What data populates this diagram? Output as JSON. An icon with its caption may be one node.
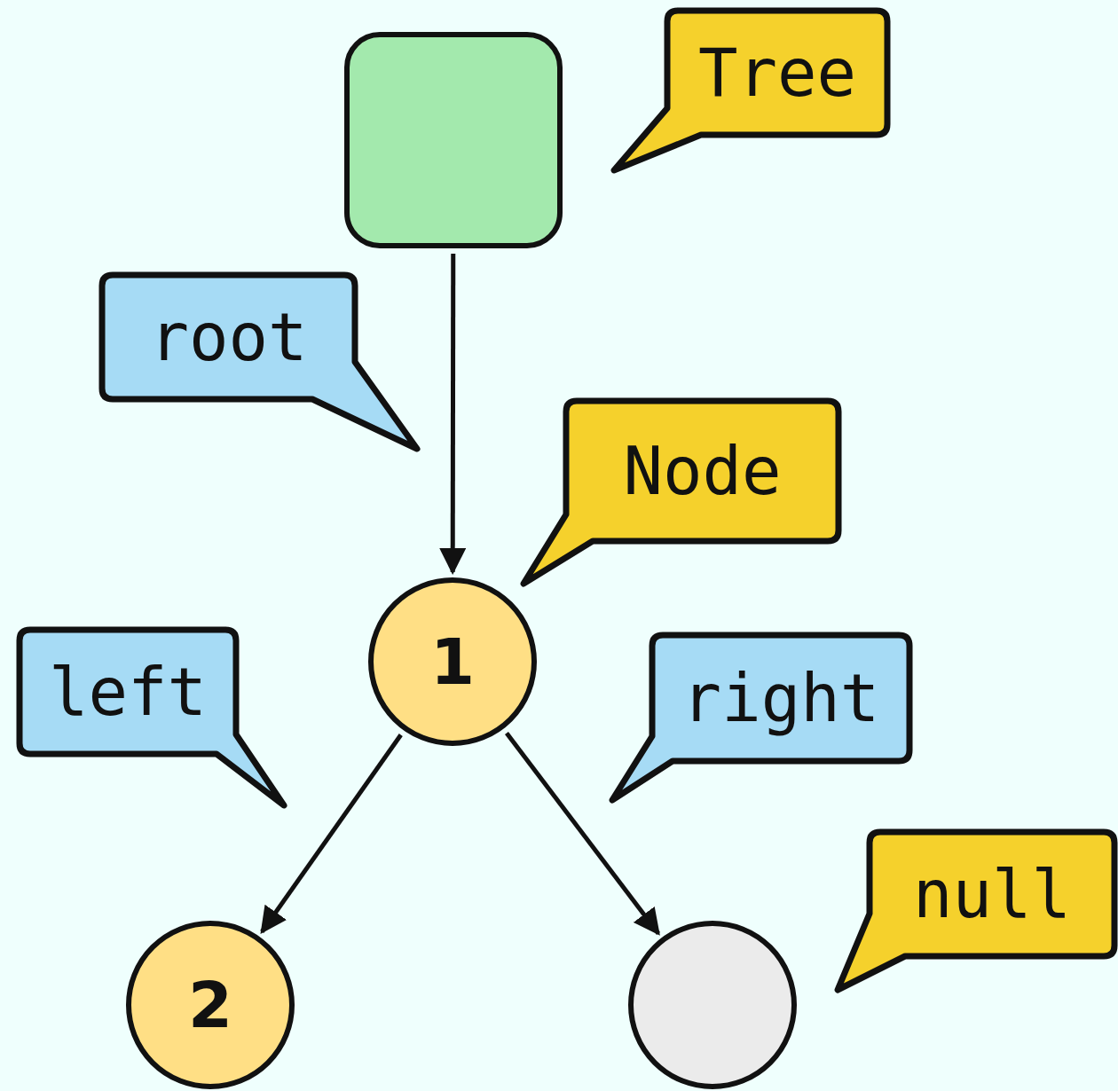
{
  "diagram": {
    "nodes": [
      {
        "text": [
          "Tree"
        ]
      },
      {
        "text": [],
        "shape": "box"
      },
      {
        "text": [
          "root"
        ]
      },
      {
        "text": [
          "Node"
        ]
      },
      {
        "text": [
          "1"
        ]
      },
      {
        "text": [
          "left"
        ]
      },
      {
        "text": [
          "right"
        ]
      },
      {
        "text": [
          "null"
        ]
      },
      {
        "text": [
          "2"
        ]
      },
      {
        "text": [],
        "shape": "circle"
      }
    ],
    "edges": [
      {
        "from": 1,
        "to": 4,
        "arrow": "to"
      },
      {
        "from": 4,
        "to": 8,
        "arrow": "to"
      },
      {
        "from": 4,
        "to": 9,
        "arrow": "to"
      }
    ]
  }
}
